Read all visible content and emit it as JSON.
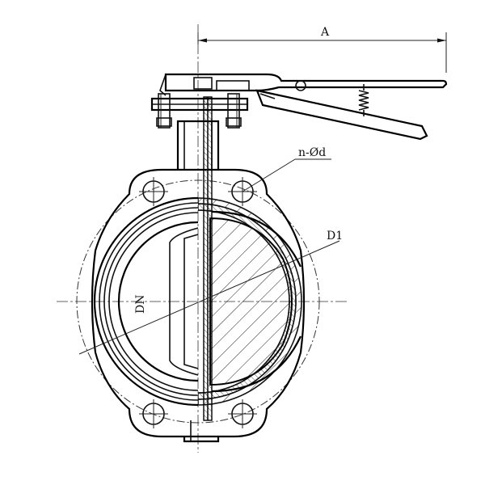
{
  "drawing": {
    "labels": {
      "overall_length": "A",
      "bolt_holes": "n-Ød",
      "bolt_circle": "D1",
      "bore": "DN"
    },
    "colors": {
      "line": "#000000",
      "background": "#ffffff"
    }
  }
}
